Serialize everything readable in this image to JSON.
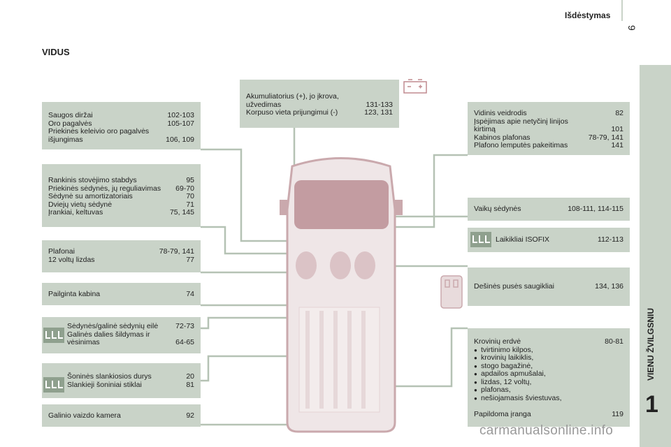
{
  "header": {
    "title": "Išdėstymas",
    "page_number": "9"
  },
  "section_title": "VIDUS",
  "side_tab": {
    "label": "VIENU ŽVILGSNIU",
    "chapter": "1"
  },
  "watermark": "carmanualsonline.info",
  "boxes": {
    "seatbelts": [
      {
        "label": "Saugos diržai",
        "pages": "102-103"
      },
      {
        "label": "Oro pagalvės",
        "pages": "105-107"
      },
      {
        "label": "Priekinės keleivio oro pagalvės",
        "pages": ""
      },
      {
        "label": "išjungimas",
        "pages": "106, 109"
      }
    ],
    "handbrake": [
      {
        "label": "Rankinis stovėjimo stabdys",
        "pages": "95"
      },
      {
        "label": "Priekinės sėdynės, jų reguliavimas",
        "pages": "69-70"
      },
      {
        "label": "Sėdynė su amortizatoriais",
        "pages": "70"
      },
      {
        "label": "Dviejų vietų sėdynė",
        "pages": "71"
      },
      {
        "label": "Įrankiai, keltuvas",
        "pages": "75, 145"
      }
    ],
    "ceiling": [
      {
        "label": "Plafonai",
        "pages": "78-79, 141"
      },
      {
        "label": "12 voltų lizdas",
        "pages": "77"
      }
    ],
    "extended_cab": [
      {
        "label": "Pailginta kabina",
        "pages": "74"
      }
    ],
    "rear_seats": [
      {
        "label": "Sėdynės/galinė sėdynių eilė",
        "pages": "72-73"
      },
      {
        "label": "Galinės dalies šildymas ir",
        "pages": ""
      },
      {
        "label": "vėsinimas",
        "pages": "64-65"
      }
    ],
    "side_doors": [
      {
        "label": "Šoninės slankiosios durys",
        "pages": "20"
      },
      {
        "label": "Slankieji šoniniai stiklai",
        "pages": "81"
      }
    ],
    "rear_camera": [
      {
        "label": "Galinio vaizdo kamera",
        "pages": "92"
      }
    ],
    "battery": [
      {
        "label": "Akumuliatorius (+), jo įkrova,",
        "pages": ""
      },
      {
        "label": "užvedimas",
        "pages": "131-133"
      },
      {
        "label": "Korpuso vieta prijungimui (-)",
        "pages": "123, 131"
      }
    ],
    "mirror": [
      {
        "label": "Vidinis veidrodis",
        "pages": "82"
      },
      {
        "label": "Įspėjimas apie netyčinį linijos",
        "pages": ""
      },
      {
        "label": "kirtimą",
        "pages": "101"
      },
      {
        "label": "Kabinos plafonas",
        "pages": "78-79, 141"
      },
      {
        "label": "Plafono lemputės pakeitimas",
        "pages": "141"
      }
    ],
    "child_seats": [
      {
        "label": "Vaikų sėdynės",
        "pages": "108-111, 114-115"
      }
    ],
    "isofix": [
      {
        "label": "Laikikliai ISOFIX",
        "pages": "112-113"
      }
    ],
    "right_fuses": [
      {
        "label": "Dešinės pusės saugikliai",
        "pages": "134, 136"
      }
    ],
    "cargo": {
      "title": {
        "label": "Krovinių erdvė",
        "pages": "80-81"
      },
      "items": [
        "tvirtinimo kilpos,",
        "krovinių laikiklis,",
        "stogo bagažinė,",
        "apdailos apmušalai,",
        "lizdas, 12 voltų,",
        "plafonas,",
        "nešiojamasis šviestuvas,"
      ],
      "extra": {
        "label": "Papildoma įranga",
        "pages": "119"
      }
    }
  },
  "colors": {
    "box": "#c9d3c8",
    "line": "#b5c2b4",
    "van": "#caa9ad"
  }
}
